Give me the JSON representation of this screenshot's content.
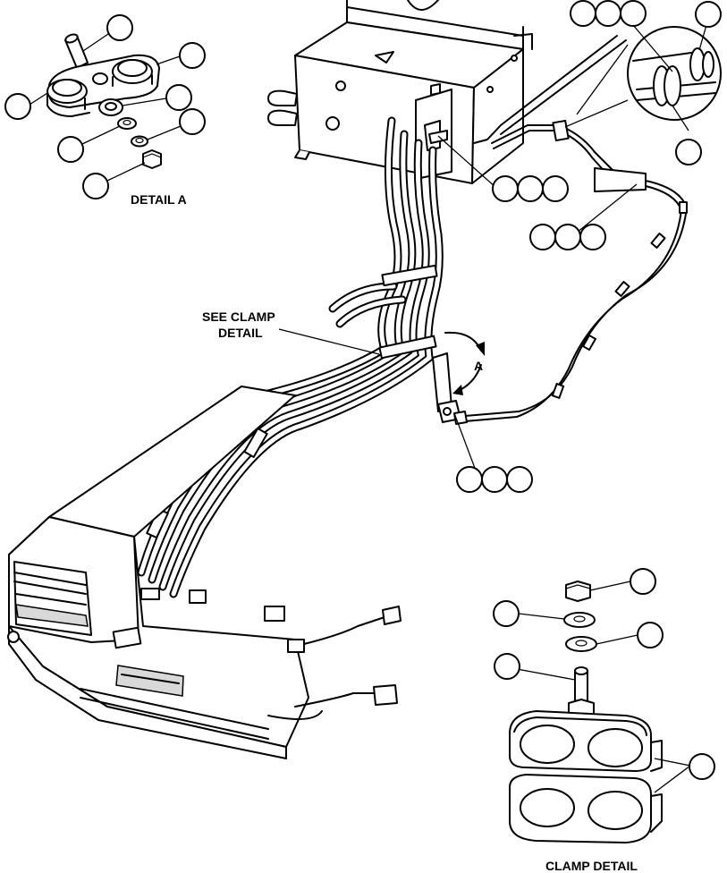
{
  "labels": {
    "detail_a": "DETAIL A",
    "clamp_detail": "CLAMP DETAIL",
    "see_clamp_line1": "SEE CLAMP",
    "see_clamp_line2": "DETAIL",
    "arrow_a": "A"
  },
  "callout_balloons": [
    {
      "id": "balloon-detail-a-pin"
    },
    {
      "id": "balloon-detail-a-block"
    },
    {
      "id": "balloon-detail-a-left-grommet"
    },
    {
      "id": "balloon-detail-a-spacer"
    },
    {
      "id": "balloon-detail-a-washer"
    },
    {
      "id": "balloon-detail-a-lockwasher"
    },
    {
      "id": "balloon-detail-a-nut"
    },
    {
      "id": "balloon-top-right-1"
    },
    {
      "id": "balloon-top-right-2"
    },
    {
      "id": "balloon-top-right-3"
    },
    {
      "id": "balloon-zoom-clamp"
    },
    {
      "id": "balloon-zoom-lower"
    },
    {
      "id": "balloon-switch-1"
    },
    {
      "id": "balloon-switch-2"
    },
    {
      "id": "balloon-switch-3"
    },
    {
      "id": "balloon-terminal-1"
    },
    {
      "id": "balloon-terminal-2"
    },
    {
      "id": "balloon-terminal-3"
    },
    {
      "id": "balloon-ground-1"
    },
    {
      "id": "balloon-ground-2"
    },
    {
      "id": "balloon-ground-3"
    },
    {
      "id": "balloon-clamp-nut"
    },
    {
      "id": "balloon-clamp-washer-1"
    },
    {
      "id": "balloon-clamp-washer-2"
    },
    {
      "id": "balloon-clamp-bolt"
    },
    {
      "id": "balloon-clamp-halves"
    }
  ]
}
